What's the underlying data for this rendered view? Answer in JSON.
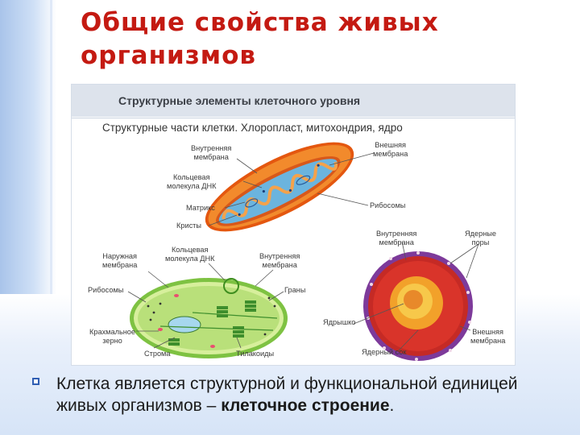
{
  "slide": {
    "title_line1": "Общие свойства живых",
    "title_line2": "организмов",
    "title_color": "#c41a12"
  },
  "figure": {
    "header": "Структурные элементы клеточного уровня",
    "subtitle": "Структурные части клетки. Хлоропласт, митохондрия, ядро",
    "mitochondrion_labels": {
      "inner_membrane_1": "Внутренняя",
      "inner_membrane_2": "мембрана",
      "circular_dna_1": "Кольцевая",
      "circular_dna_2": "молекула ДНК",
      "matrix": "Матрикс",
      "cristae": "Кристы",
      "outer_membrane_1": "Внешняя",
      "outer_membrane_2": "мембрана",
      "ribosomes": "Рибосомы"
    },
    "chloroplast_labels": {
      "outer_membrane_1": "Наружная",
      "outer_membrane_2": "мембрана",
      "circular_dna_1": "Кольцевая",
      "circular_dna_2": "молекула ДНК",
      "inner_membrane_1": "Внутренняя",
      "inner_membrane_2": "мембрана",
      "ribosomes": "Рибосомы",
      "grana": "Граны",
      "starch_1": "Крахмальное",
      "starch_2": "зерно",
      "stroma": "Строма",
      "thylakoids": "Тилакоиды"
    },
    "nucleus_labels": {
      "inner_membrane_1": "Внутренняя",
      "inner_membrane_2": "мембрана",
      "nuclear_pores_1": "Ядерные",
      "nuclear_pores_2": "поры",
      "nucleolus": "Ядрышко",
      "outer_membrane_1": "Внешняя",
      "outer_membrane_2": "мембрана",
      "nuclear_sap": "Ядерный сок"
    }
  },
  "bullet": {
    "text_plain": "Клетка является структурной и функциональной единицей живых организмов – ",
    "text_bold": "клеточное строение",
    "text_end": "."
  }
}
